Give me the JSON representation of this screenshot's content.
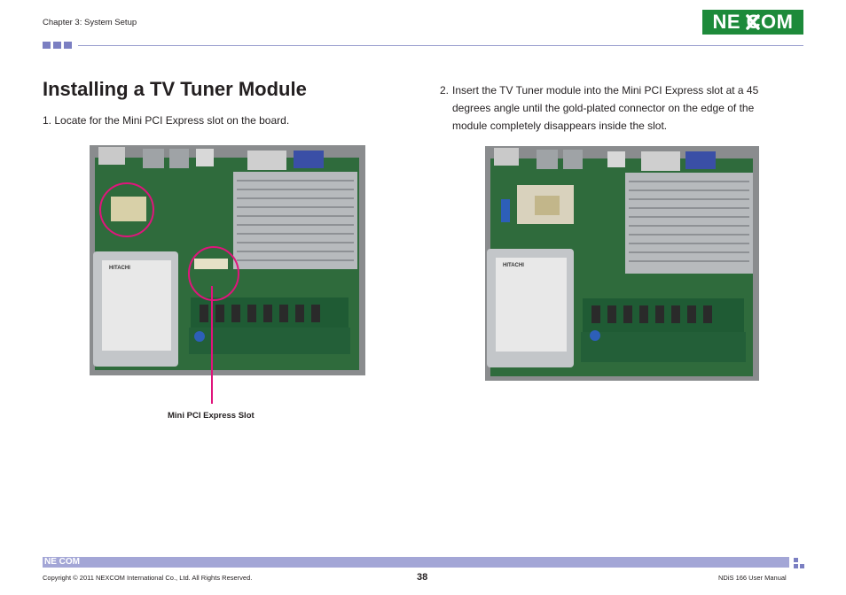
{
  "header": {
    "chapter": "Chapter 3: System Setup",
    "logo_text": "NE COM"
  },
  "section": {
    "title": "Installing a TV Tuner Module"
  },
  "steps": [
    {
      "number": "1.",
      "text": "Locate for the Mini PCI Express slot on the board."
    },
    {
      "number": "2.",
      "text": "Insert the TV Tuner module into the Mini PCI Express slot at a 45 degrees angle until the gold-plated connector on the edge of the module completely disappears inside the slot."
    }
  ],
  "figure1": {
    "callout_label": "Mini PCI Express Slot",
    "hdd_brand": "HITACHI",
    "callout_color": "#e0157c"
  },
  "figure2": {
    "hdd_brand": "HITACHI"
  },
  "footer": {
    "logo_text": "NE COM",
    "copyright": "Copyright © 2011 NEXCOM International Co., Ltd. All Rights Reserved.",
    "page_number": "38",
    "manual_name": "NDiS 166 User Manual"
  },
  "colors": {
    "brand_green": "#1d8a3a",
    "accent_lavender": "#7b7fc2",
    "callout_magenta": "#e0157c"
  }
}
